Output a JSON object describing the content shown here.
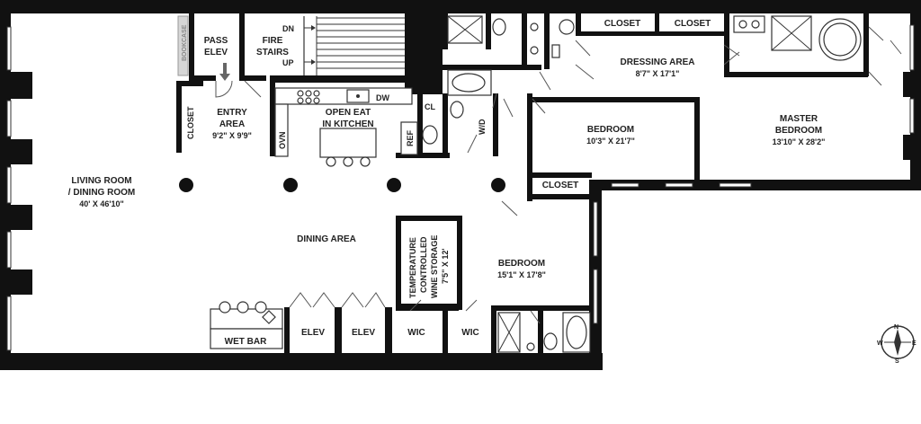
{
  "rooms": {
    "living": {
      "name_line1": "LIVING ROOM",
      "name_line2": "/ DINING ROOM",
      "dims": "40' X 46'10\""
    },
    "entry": {
      "name_line1": "ENTRY",
      "name_line2": "AREA",
      "dims": "9'2\" X 9'9\""
    },
    "kitchen": {
      "name_line1": "OPEN EAT",
      "name_line2": "IN KITCHEN"
    },
    "dining_area": {
      "name": "DINING AREA"
    },
    "dressing": {
      "name": "DRESSING AREA",
      "dims": "8'7\" X 17'1\""
    },
    "bedroom1": {
      "name": "BEDROOM",
      "dims": "10'3\" X 21'7\""
    },
    "master": {
      "name_line1": "MASTER",
      "name_line2": "BEDROOM",
      "dims": "13'10\" X 28'2\""
    },
    "bedroom2": {
      "name": "BEDROOM",
      "dims": "15'1\" X 17'8\""
    },
    "wine": {
      "line1": "TEMPERATURE",
      "line2": "CONTROLLED",
      "line3": "WINE STORAGE",
      "line4": "7'5\" X 12'"
    }
  },
  "labels": {
    "bookcase": "BOOKCASE",
    "pass_elev_1": "PASS",
    "pass_elev_2": "ELEV",
    "fire_stairs_1": "FIRE",
    "fire_stairs_2": "STAIRS",
    "stairs_dn": "DN",
    "stairs_up": "UP",
    "closet_entry": "CLOSET",
    "closet_dressing_1": "CLOSET",
    "closet_dressing_2": "CLOSET",
    "closet_bedroom": "CLOSET",
    "dw": "DW",
    "ovn": "OVN",
    "ref": "REF",
    "cl": "CL",
    "wd": "W/D",
    "wet_bar": "WET BAR",
    "elev_1": "ELEV",
    "elev_2": "ELEV",
    "wic_1": "WIC",
    "wic_2": "WIC"
  },
  "compass": {
    "n": "N",
    "e": "E",
    "s": "S",
    "w": "W"
  },
  "colors": {
    "wall": "#111111",
    "background": "#ffffff",
    "text": "#222222"
  }
}
